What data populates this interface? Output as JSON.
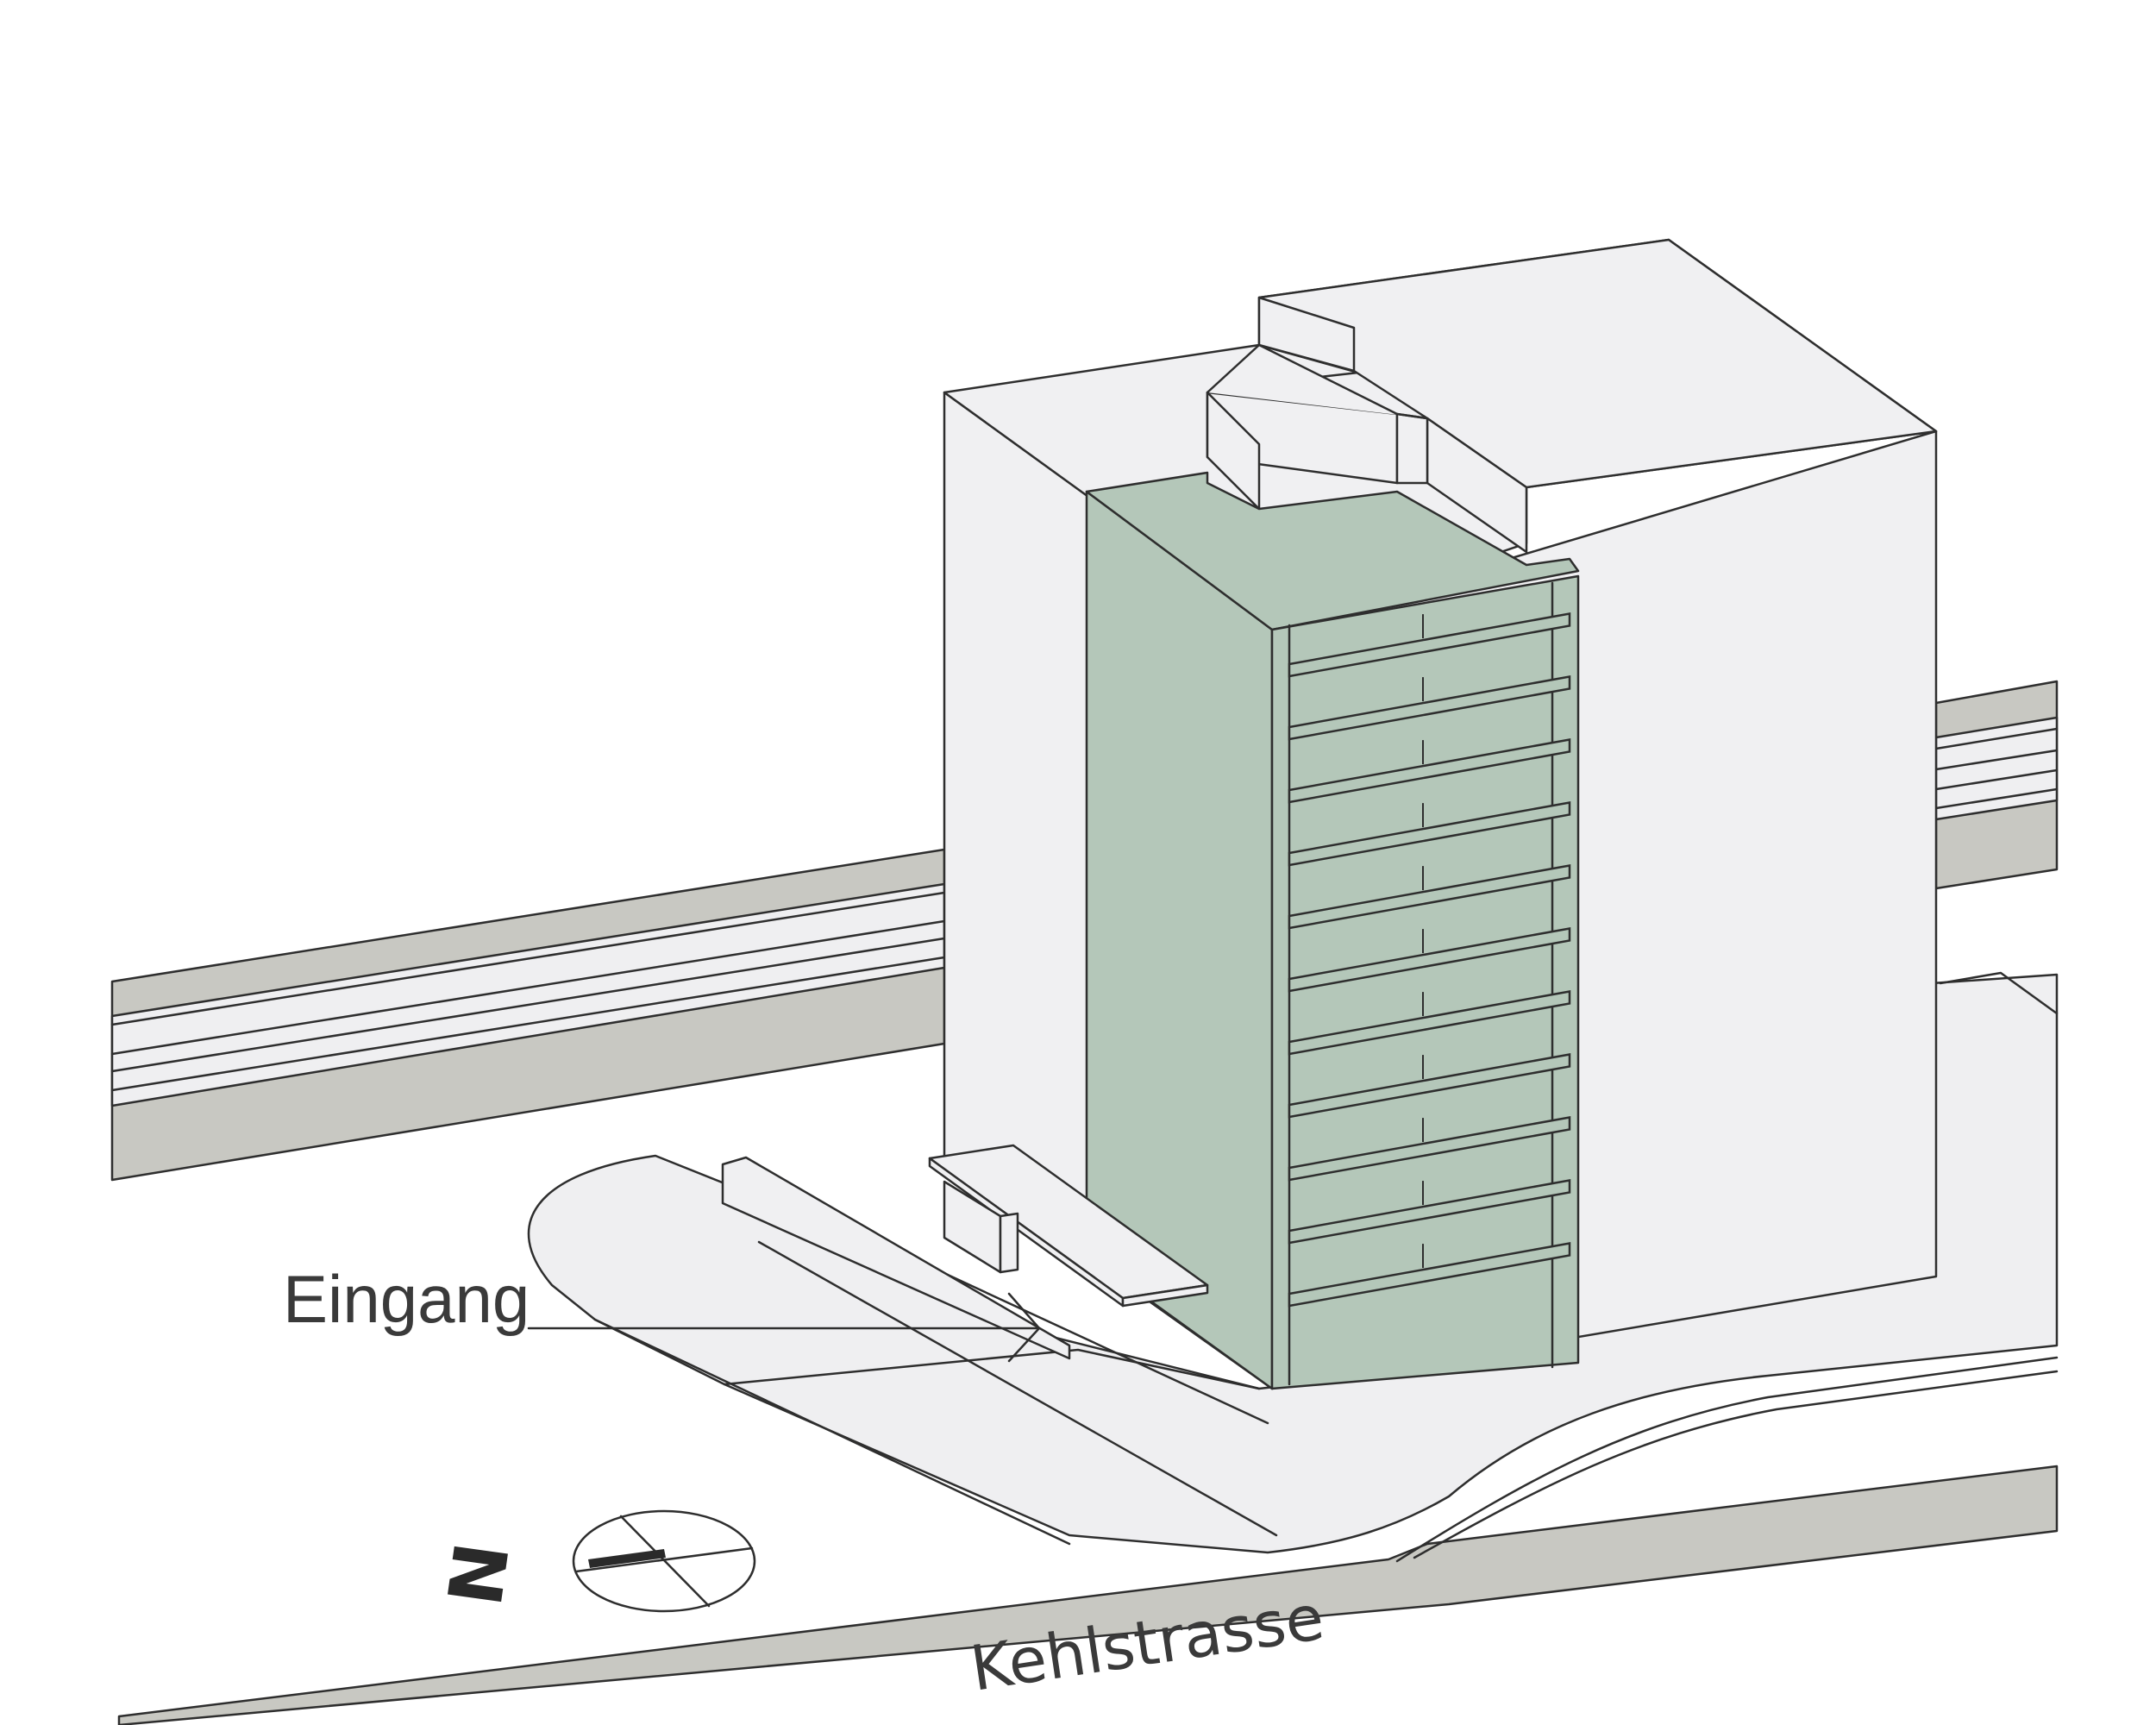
{
  "labels": {
    "entrance": "Eingang",
    "street": "Kehlstrasse",
    "north": "N"
  },
  "colors": {
    "ground": "#efeff1",
    "road": "#c8c8c2",
    "building_white": "#f0f0f2",
    "highlight_facade": "#b4c7b9",
    "line": "#2e2e2e"
  },
  "icons": {
    "compass": "north-arrow-icon"
  }
}
